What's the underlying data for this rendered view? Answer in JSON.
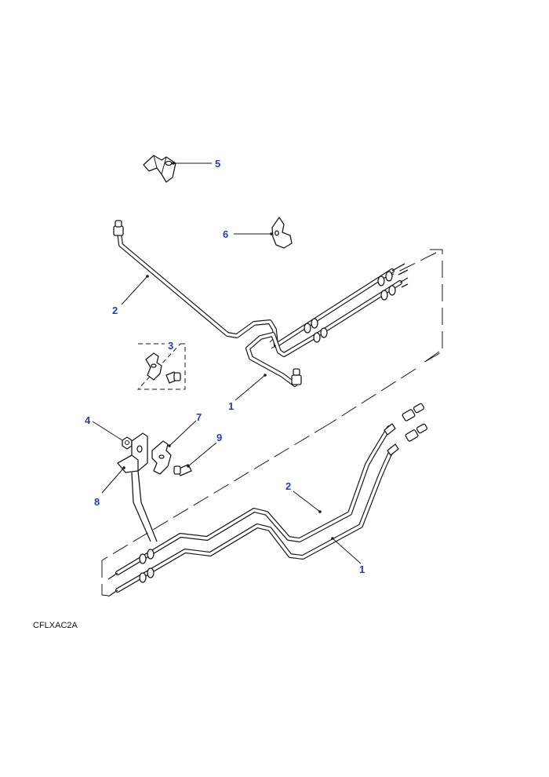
{
  "diagram": {
    "callouts": [
      "5",
      "6",
      "2",
      "3",
      "1",
      "4",
      "7",
      "9",
      "8",
      "2",
      "1"
    ],
    "figure_code": "CFLXAC2A",
    "label_color": "#1f3fbf",
    "line_color": "#1a1a1a"
  }
}
